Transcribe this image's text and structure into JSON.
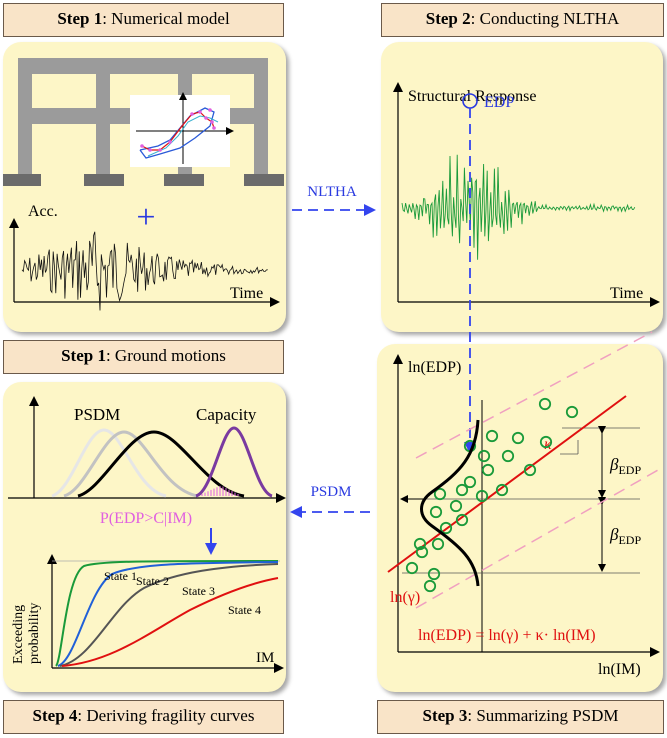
{
  "steps": {
    "step1a": {
      "num": "Step 1",
      "text": ": Numerical model"
    },
    "step2": {
      "num": "Step 2",
      "text": ": Conducting NLTHA"
    },
    "step1b": {
      "num": "Step 1",
      "text": ": Ground motions"
    },
    "step4": {
      "num": "Step 4",
      "text": ": Deriving fragility curves"
    },
    "step3": {
      "num": "Step 3",
      "text": ": Summarizing PSDM"
    }
  },
  "panel_model": {
    "acc_label": "Acc.",
    "time_label": "Time",
    "plus": "+"
  },
  "panel_response": {
    "title": "Structural Response",
    "edp_label": "EDP",
    "time_label": "Time"
  },
  "arrows": {
    "nlt": "NLTHA",
    "psdm": "PSDM"
  },
  "panel_psdm": {
    "y_label": "ln(EDP)",
    "x_label": "ln(IM)",
    "kappa": "κ",
    "beta": "β",
    "beta_sub": "EDP",
    "gamma_label": "ln(γ)",
    "equation": "ln(EDP) = ln(γ) + κ· ln(IM)"
  },
  "panel_fragility": {
    "psdm_label": "PSDM",
    "capacity_label": "Capacity",
    "prob_label": "P(EDP>C|IM)",
    "y_label_1": "Exceeding",
    "y_label_2": "probability",
    "x_label": "IM",
    "states": [
      "State 1",
      "State 2",
      "State 3",
      "State 4"
    ]
  },
  "colors": {
    "panel": "#fdf6c7",
    "label_bg": "#f9e4c8",
    "arrow": "#3344ee",
    "green": "#1a9a3a",
    "red": "#e01010",
    "purple": "#7a3aa0",
    "pink": "#e070e0"
  }
}
